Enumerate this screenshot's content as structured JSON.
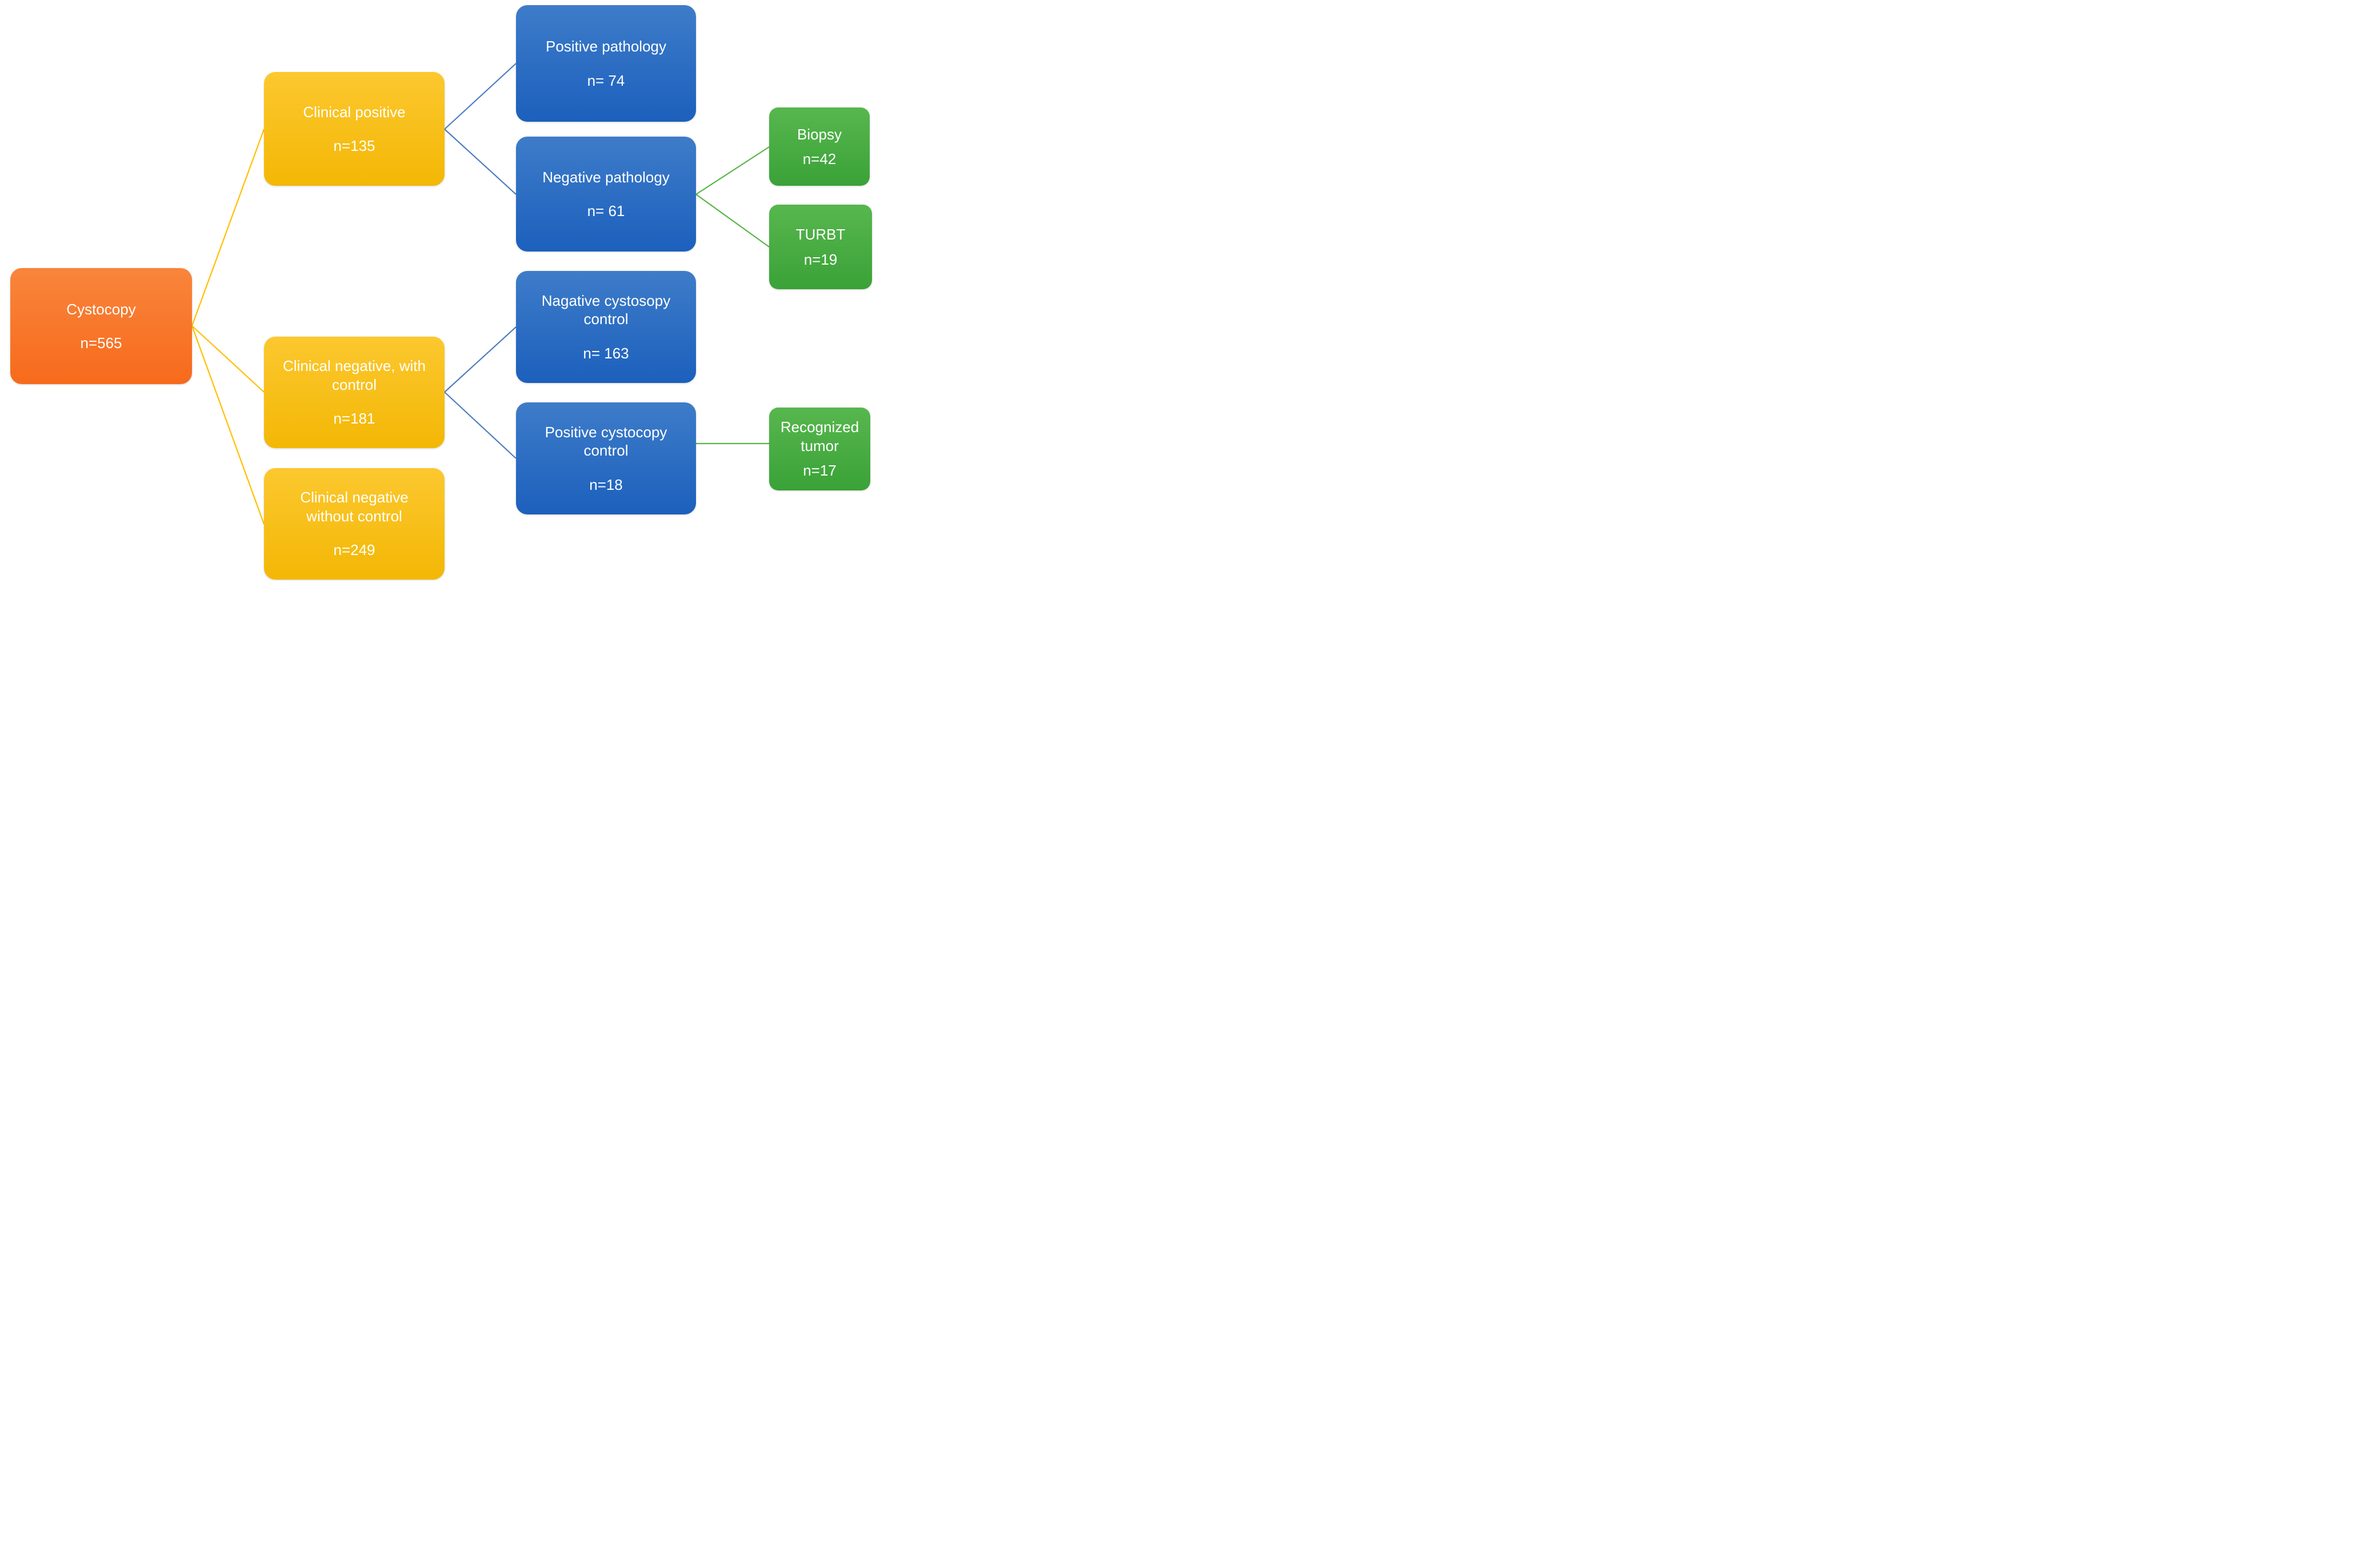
{
  "colors": {
    "background": "#FFFFFF",
    "text": "#FFFFFF",
    "orange_top": "#F9853C",
    "orange_bottom": "#F76A1B",
    "yellow_top": "#FCC82F",
    "yellow_bottom": "#F3B705",
    "blue_top": "#3E7CC9",
    "blue_bottom": "#1C60BD",
    "green_top": "#57B74E",
    "green_bottom": "#3AA238",
    "edge_yellow": "#FFC000",
    "edge_blue": "#4E7EC1",
    "edge_green": "#5CB44A"
  },
  "nodes": [
    {
      "id": "cystocopy",
      "label": "Cystocopy",
      "count": "n=565",
      "color": "orange"
    },
    {
      "id": "clinical-positive",
      "label": "Clinical positive",
      "count": "n=135",
      "color": "yellow"
    },
    {
      "id": "clinical-negative-with-control",
      "label": "Clinical negative, with control",
      "count": "n=181",
      "color": "yellow"
    },
    {
      "id": "clinical-negative-without-control",
      "label": "Clinical negative without control",
      "count": "n=249",
      "color": "yellow"
    },
    {
      "id": "positive-pathology",
      "label": "Positive pathology",
      "count": "n= 74",
      "color": "blue"
    },
    {
      "id": "negative-pathology",
      "label": "Negative pathology",
      "count": "n= 61",
      "color": "blue"
    },
    {
      "id": "negative-cystoscopy-control",
      "label": "Nagative cystosopy control",
      "count": "n= 163",
      "color": "blue"
    },
    {
      "id": "positive-cystoscopy-control",
      "label": "Positive cystocopy control",
      "count": "n=18",
      "color": "blue"
    },
    {
      "id": "biopsy",
      "label": "Biopsy",
      "count": "n=42",
      "color": "green"
    },
    {
      "id": "turbt",
      "label": "TURBT",
      "count": "n=19",
      "color": "green"
    },
    {
      "id": "recognized-tumor",
      "label": "Recognized tumor",
      "count": "n=17",
      "color": "green"
    }
  ],
  "edges": [
    {
      "from": "cystocopy",
      "to": "clinical-positive",
      "color": "edge_yellow"
    },
    {
      "from": "cystocopy",
      "to": "clinical-negative-with-control",
      "color": "edge_yellow"
    },
    {
      "from": "cystocopy",
      "to": "clinical-negative-without-control",
      "color": "edge_yellow"
    },
    {
      "from": "clinical-positive",
      "to": "positive-pathology",
      "color": "edge_blue"
    },
    {
      "from": "clinical-positive",
      "to": "negative-pathology",
      "color": "edge_blue"
    },
    {
      "from": "negative-pathology",
      "to": "biopsy",
      "color": "edge_green"
    },
    {
      "from": "negative-pathology",
      "to": "turbt",
      "color": "edge_green"
    },
    {
      "from": "clinical-negative-with-control",
      "to": "negative-cystoscopy-control",
      "color": "edge_blue"
    },
    {
      "from": "clinical-negative-with-control",
      "to": "positive-cystoscopy-control",
      "color": "edge_blue"
    },
    {
      "from": "positive-cystoscopy-control",
      "to": "recognized-tumor",
      "color": "edge_green"
    }
  ]
}
